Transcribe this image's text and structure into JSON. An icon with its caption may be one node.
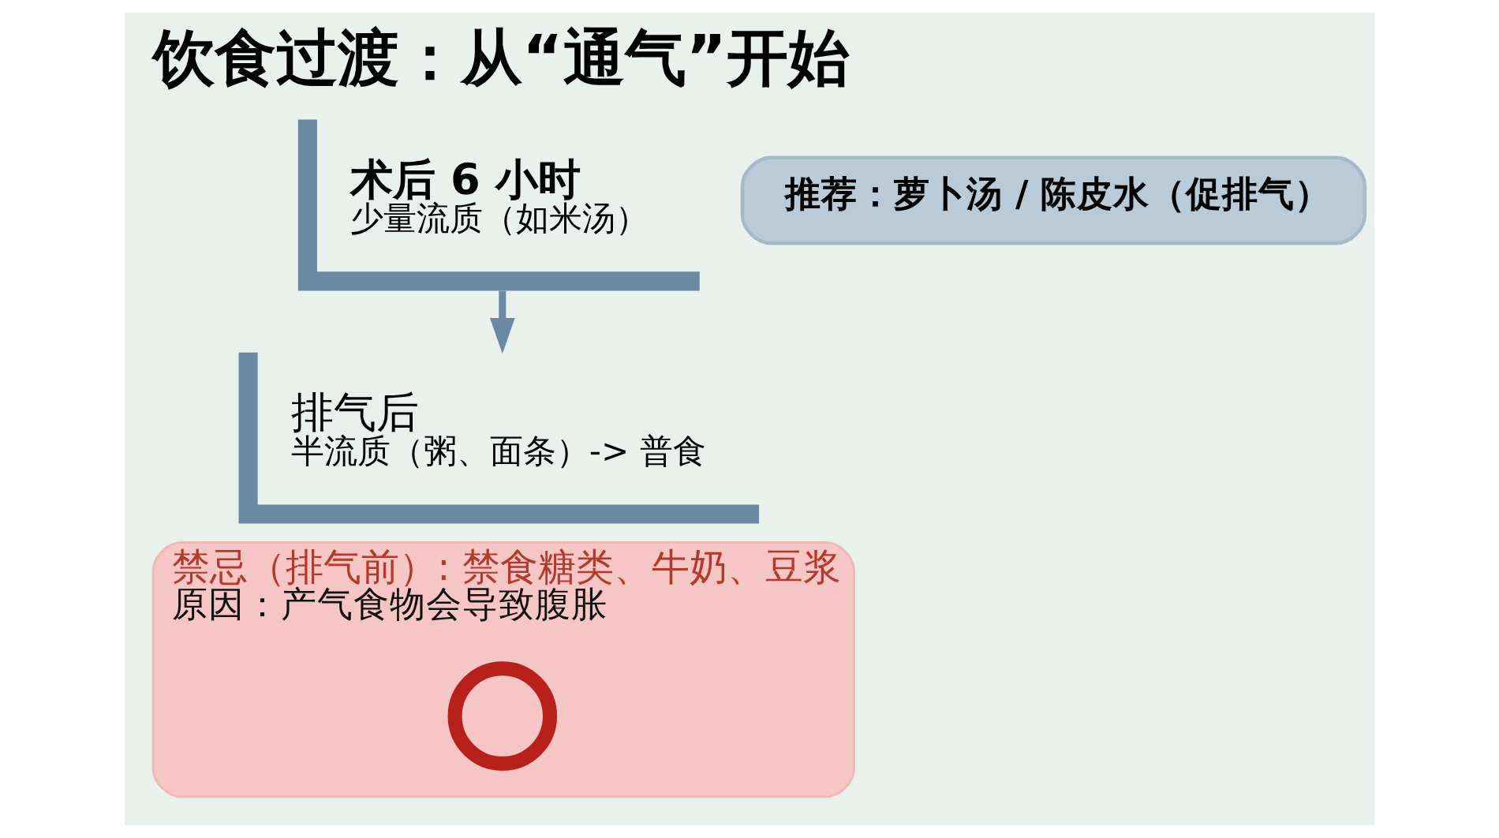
{
  "diagram": {
    "title": "饮食过渡：从“通气”开始",
    "nodes": [
      {
        "text": [
          "术后 6 小时",
          "少量流质（如米汤）"
        ]
      },
      {
        "text": [
          "推荐：萝卜汤 / 陈皮水（促排气）"
        ]
      },
      {
        "text": [
          "排气后",
          "半流质（粥、面条）-> 普食"
        ]
      },
      {
        "text": [
          "禁忌（排气前）: 禁食糖类、牛奶、豆浆",
          "原因：产气食物会导致腹胀"
        ]
      },
      {
        "text": [],
        "shape": "circle",
        "in": 3
      }
    ],
    "edges": [
      {
        "from": 0,
        "to": 2,
        "arrow": "to"
      }
    ]
  }
}
